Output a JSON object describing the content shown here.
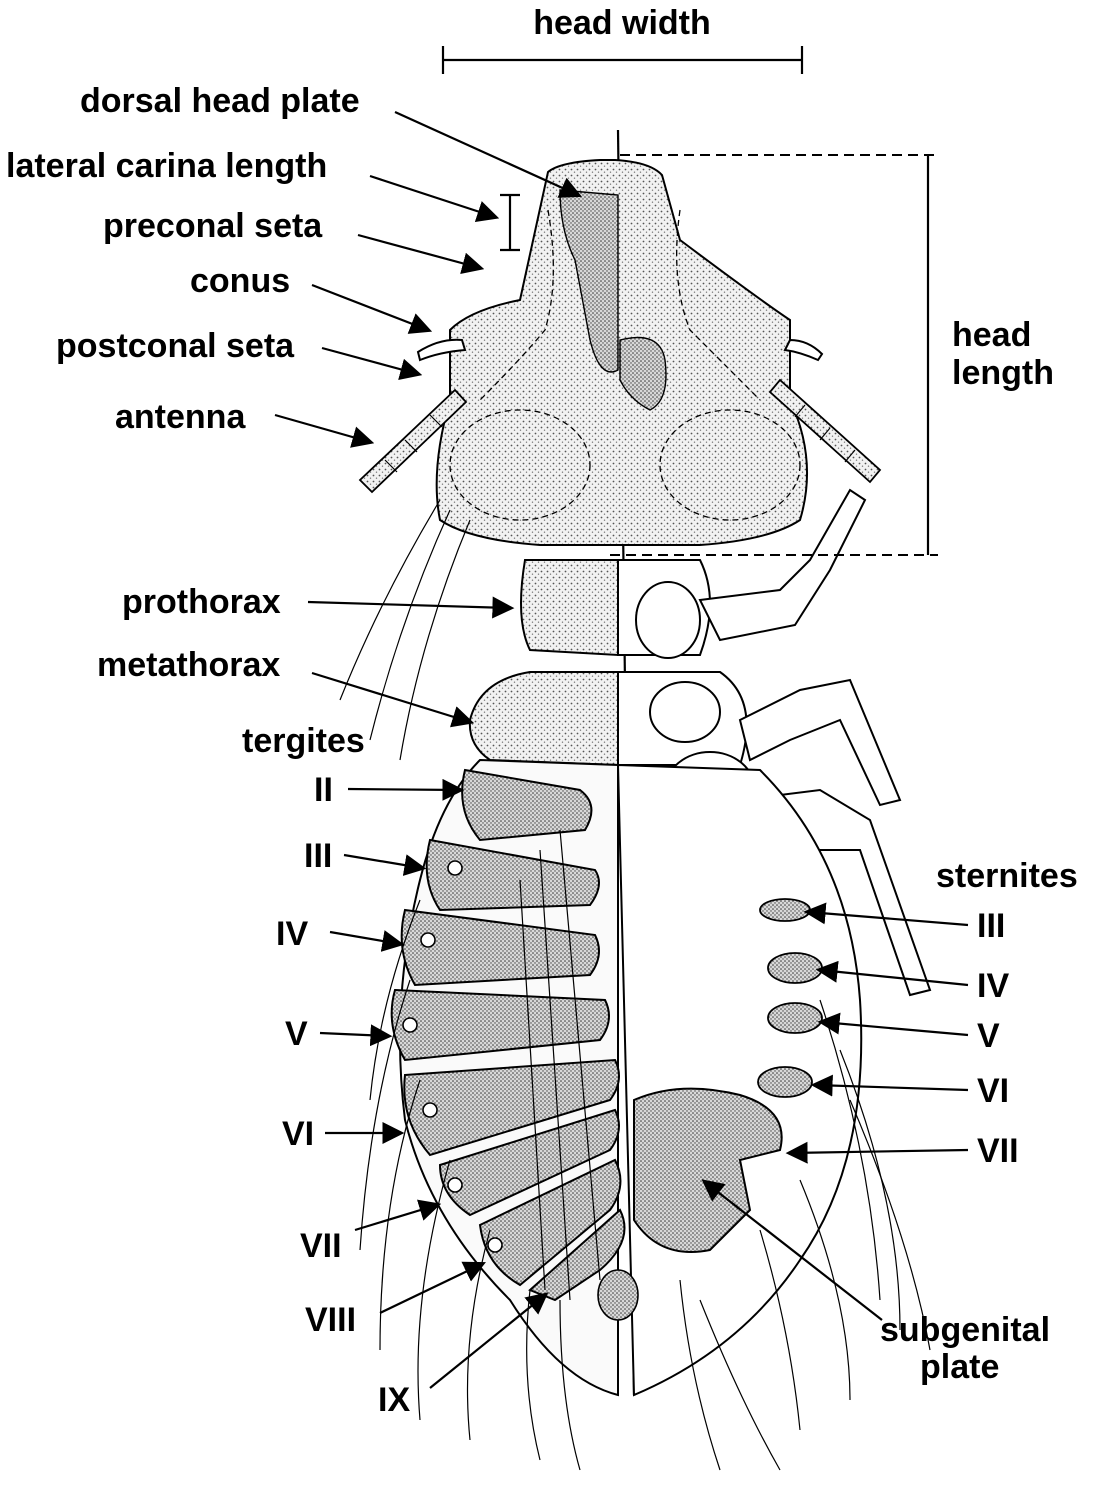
{
  "labels": {
    "head_width": "head width",
    "dorsal_head_plate": "dorsal head plate",
    "lateral_carina_length": "lateral carina length",
    "preconal_seta": "preconal seta",
    "conus": "conus",
    "postconal_seta": "postconal seta",
    "antenna": "antenna",
    "head_length_1": "head",
    "head_length_2": "length",
    "prothorax": "prothorax",
    "metathorax": "metathorax",
    "tergites": "tergites",
    "sternites": "sternites",
    "subgenital_plate_1": "subgenital",
    "subgenital_plate_2": "plate"
  },
  "tergites": [
    "II",
    "III",
    "IV",
    "V",
    "VI",
    "VII",
    "VIII",
    "IX"
  ],
  "sternites": [
    "III",
    "IV",
    "V",
    "VI",
    "VII"
  ]
}
